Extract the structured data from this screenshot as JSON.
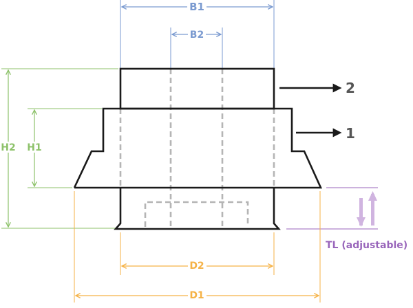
{
  "labels": {
    "b1": "B1",
    "b2": "B2",
    "h1": "H1",
    "h2": "H2",
    "d1": "D1",
    "d2": "D2",
    "tl": "TL (adjustable)",
    "part1": "1",
    "part2": "2"
  },
  "colors": {
    "outline": "#1a1a1a",
    "hidden": "#b5b5b5",
    "blue": "#7a9ad0",
    "green": "#8dc26a",
    "orange": "#f5b246",
    "purple": "#9966bb",
    "purple_light": "#d0b4e0"
  }
}
